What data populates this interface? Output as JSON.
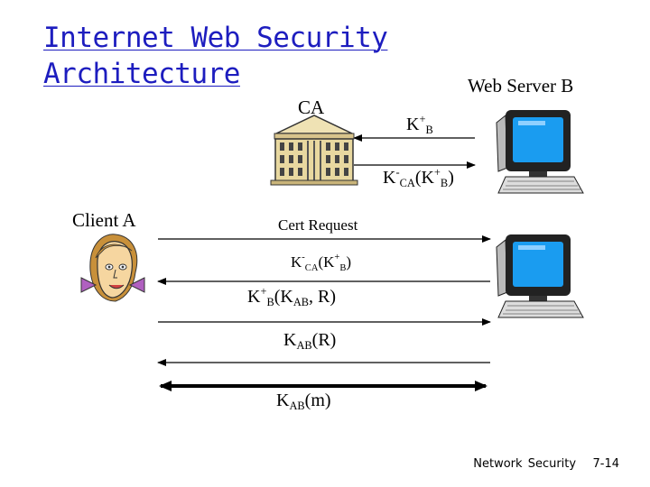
{
  "slide": {
    "title_line1": "Internet Web Security",
    "title_line2": "Architecture",
    "footer_course": "Network Security",
    "footer_page": "7-14"
  },
  "entities": {
    "web_server": "Web Server  B",
    "ca": "CA",
    "client": "Client  A"
  },
  "messages": {
    "ca_top": {
      "k": "K",
      "sup": "+",
      "sub": "B"
    },
    "ca_bottom": {
      "k": "K",
      "sup1": "-",
      "sub1": "CA",
      "open": "(K",
      "sup2": "+",
      "sub2": "B",
      "close": ")"
    },
    "cert_request": "Cert Request",
    "cert_reply": {
      "k": "K",
      "sup1": "-",
      "sub1": "CA",
      "open": "(K",
      "sup2": "+",
      "sub2": "B",
      "close": ")"
    },
    "session_key": {
      "k": "K",
      "sup1": "+",
      "sub1": "B",
      "open": "(K",
      "sub2": "AB",
      "close": ", R)"
    },
    "nonce_reply": {
      "k": "K",
      "sub": "AB",
      "rest": "(R)"
    },
    "data": {
      "k": "K",
      "sub": "AB",
      "rest": "(m)"
    }
  },
  "icons": [
    "bank-building-icon",
    "computer-icon",
    "woman-face-icon"
  ],
  "colors": {
    "title": "#1d1dbf",
    "monitor_blue": "#1a9cf0",
    "face_skin": "#f6d6a0",
    "hair": "#c8903a",
    "bow": "#b060c0"
  }
}
